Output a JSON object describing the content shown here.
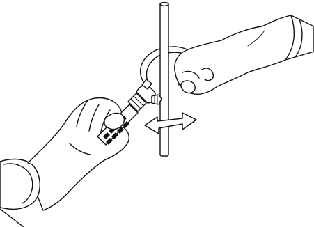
{
  "figure": {
    "elements": {
      "pole": "vertical-rod",
      "hose": "curved-hose",
      "left_hand": "gloved-hand-holding-connector",
      "right_hand": "gloved-hand-gripping-hose",
      "connector": "quick-coupling-connector",
      "arrow": "double-headed-arrow"
    },
    "colors": {
      "line": "#111111",
      "background": "#ffffff"
    }
  }
}
